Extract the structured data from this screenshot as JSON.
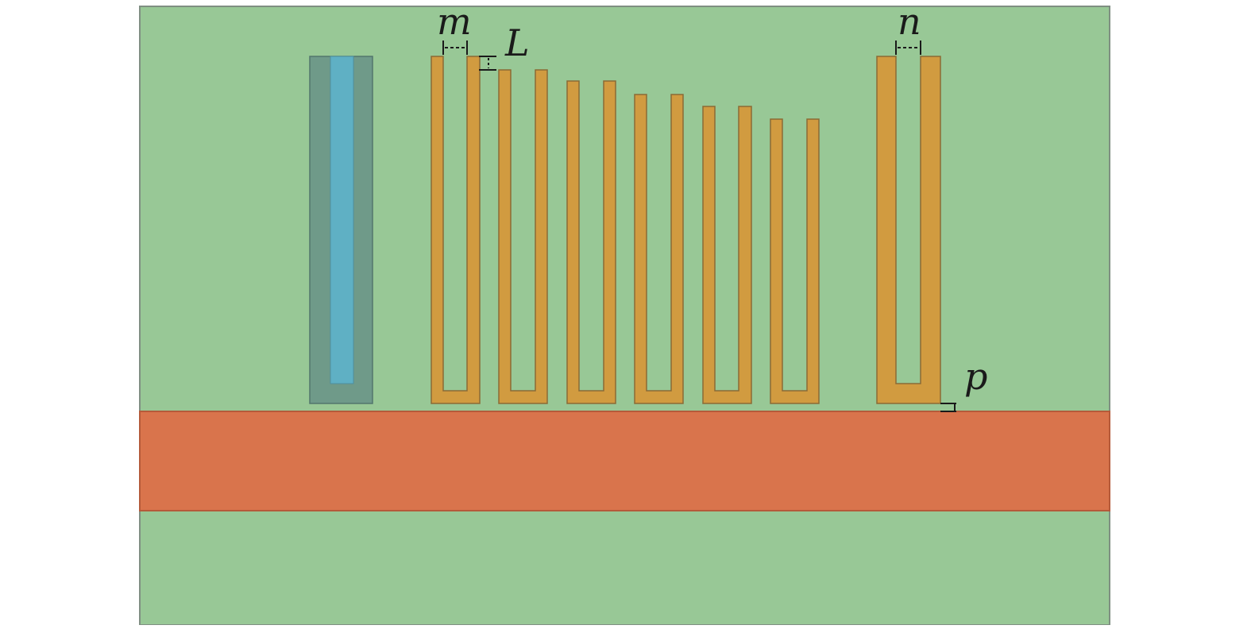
{
  "diagram": {
    "colors": {
      "substrate": "#98c896",
      "feedline": "#d9744c",
      "resonator": "#d19b40",
      "resonator_outline": "#8a6a35",
      "strip_outer": "#6f9a89",
      "strip_inner": "#5fb0c4",
      "dimension_line": "#1a1a1a"
    },
    "labels": {
      "m": "m",
      "L": "L",
      "n": "n",
      "p": "p"
    }
  }
}
